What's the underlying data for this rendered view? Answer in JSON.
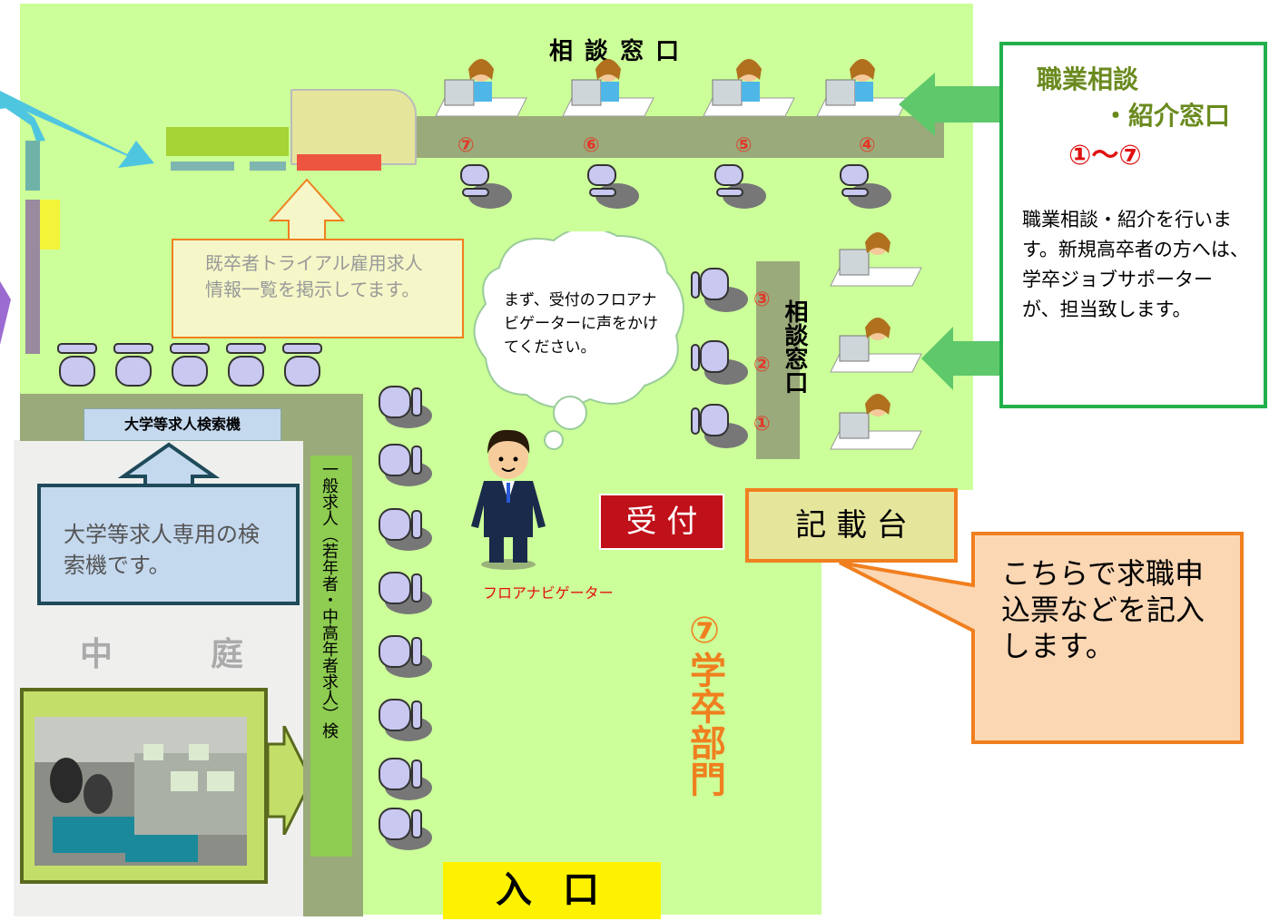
{
  "top_label": "相 談 窓 口",
  "window_numbers_top": [
    "⑦",
    "⑥",
    "⑤",
    "④"
  ],
  "window_numbers_side": [
    "③",
    "②",
    "①"
  ],
  "side_counter_label": "相談窓口",
  "trial_notice": "既卒者トライアル雇用求人情報一覧を掲示してます。",
  "speech_bubble": "まず、受付のフロアナビゲーターに声をかけてください。",
  "navigator_label": "フロアナビゲーター",
  "reception_label": "受 付",
  "writing_desk_label": "記 載 台",
  "writing_desk_note": "こちらで求職申込票などを記入します。",
  "gakusotsu_section": "⑦学卒部門",
  "university_search_label": "大学等求人検索機",
  "university_note": "大学等求人専用の検索機です。",
  "courtyard_label": "中　　　庭",
  "general_search_label": "一般求人（若年者・中高年者求人）検",
  "entrance_label": "入 口",
  "job_counseling_box": {
    "title_line1": "職業相談",
    "title_line2": "・紹介窓口",
    "range": "①～⑦",
    "description": "職業相談・紹介を行います。新規高卒者の方へは、学卒ジョブサポーターが、担当致します。"
  },
  "colors": {
    "floor": "#ccff99",
    "red_accent": "#e03a2a",
    "reception_bg": "#c0101a",
    "orange": "#f07f1f",
    "green_arrow": "#5ec86b",
    "green_frame": "#22b04b",
    "olive_title": "#6a8a1e"
  }
}
